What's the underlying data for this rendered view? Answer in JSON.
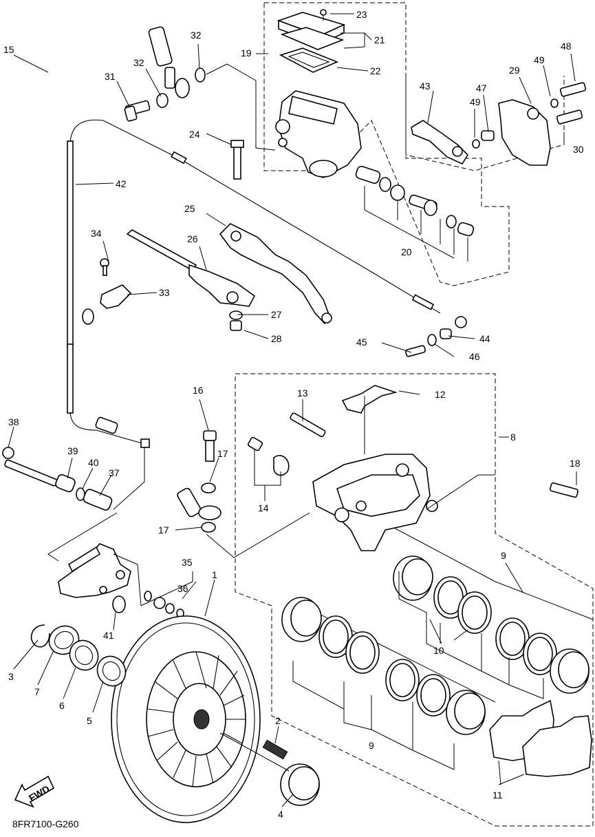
{
  "diagram": {
    "code": "8FR7100-G260",
    "fwd_label": "FWD",
    "callouts": [
      {
        "key": "p1",
        "text": "1"
      },
      {
        "key": "p2",
        "text": "2"
      },
      {
        "key": "p3",
        "text": "3"
      },
      {
        "key": "p4",
        "text": "4"
      },
      {
        "key": "p5",
        "text": "5"
      },
      {
        "key": "p6",
        "text": "6"
      },
      {
        "key": "p7",
        "text": "7"
      },
      {
        "key": "p8",
        "text": "8"
      },
      {
        "key": "p9a",
        "text": "9"
      },
      {
        "key": "p9b",
        "text": "9"
      },
      {
        "key": "p10",
        "text": "10"
      },
      {
        "key": "p11",
        "text": "11"
      },
      {
        "key": "p12",
        "text": "12"
      },
      {
        "key": "p13",
        "text": "13"
      },
      {
        "key": "p14",
        "text": "14"
      },
      {
        "key": "p15",
        "text": "15"
      },
      {
        "key": "p16",
        "text": "16"
      },
      {
        "key": "p17a",
        "text": "17"
      },
      {
        "key": "p17b",
        "text": "17"
      },
      {
        "key": "p18",
        "text": "18"
      },
      {
        "key": "p19",
        "text": "19"
      },
      {
        "key": "p20",
        "text": "20"
      },
      {
        "key": "p21",
        "text": "21"
      },
      {
        "key": "p22",
        "text": "22"
      },
      {
        "key": "p23",
        "text": "23"
      },
      {
        "key": "p24",
        "text": "24"
      },
      {
        "key": "p25",
        "text": "25"
      },
      {
        "key": "p26",
        "text": "26"
      },
      {
        "key": "p27",
        "text": "27"
      },
      {
        "key": "p28",
        "text": "28"
      },
      {
        "key": "p29",
        "text": "29"
      },
      {
        "key": "p30",
        "text": "30"
      },
      {
        "key": "p31",
        "text": "31"
      },
      {
        "key": "p32a",
        "text": "32"
      },
      {
        "key": "p32b",
        "text": "32"
      },
      {
        "key": "p33",
        "text": "33"
      },
      {
        "key": "p34",
        "text": "34"
      },
      {
        "key": "p35",
        "text": "35"
      },
      {
        "key": "p36",
        "text": "36"
      },
      {
        "key": "p37",
        "text": "37"
      },
      {
        "key": "p38",
        "text": "38"
      },
      {
        "key": "p39",
        "text": "39"
      },
      {
        "key": "p40",
        "text": "40"
      },
      {
        "key": "p41",
        "text": "41"
      },
      {
        "key": "p42",
        "text": "42"
      },
      {
        "key": "p43",
        "text": "43"
      },
      {
        "key": "p44",
        "text": "44"
      },
      {
        "key": "p45",
        "text": "45"
      },
      {
        "key": "p46",
        "text": "46"
      },
      {
        "key": "p47",
        "text": "47"
      },
      {
        "key": "p48",
        "text": "48"
      },
      {
        "key": "p49a",
        "text": "49"
      },
      {
        "key": "p49b",
        "text": "49"
      }
    ]
  }
}
